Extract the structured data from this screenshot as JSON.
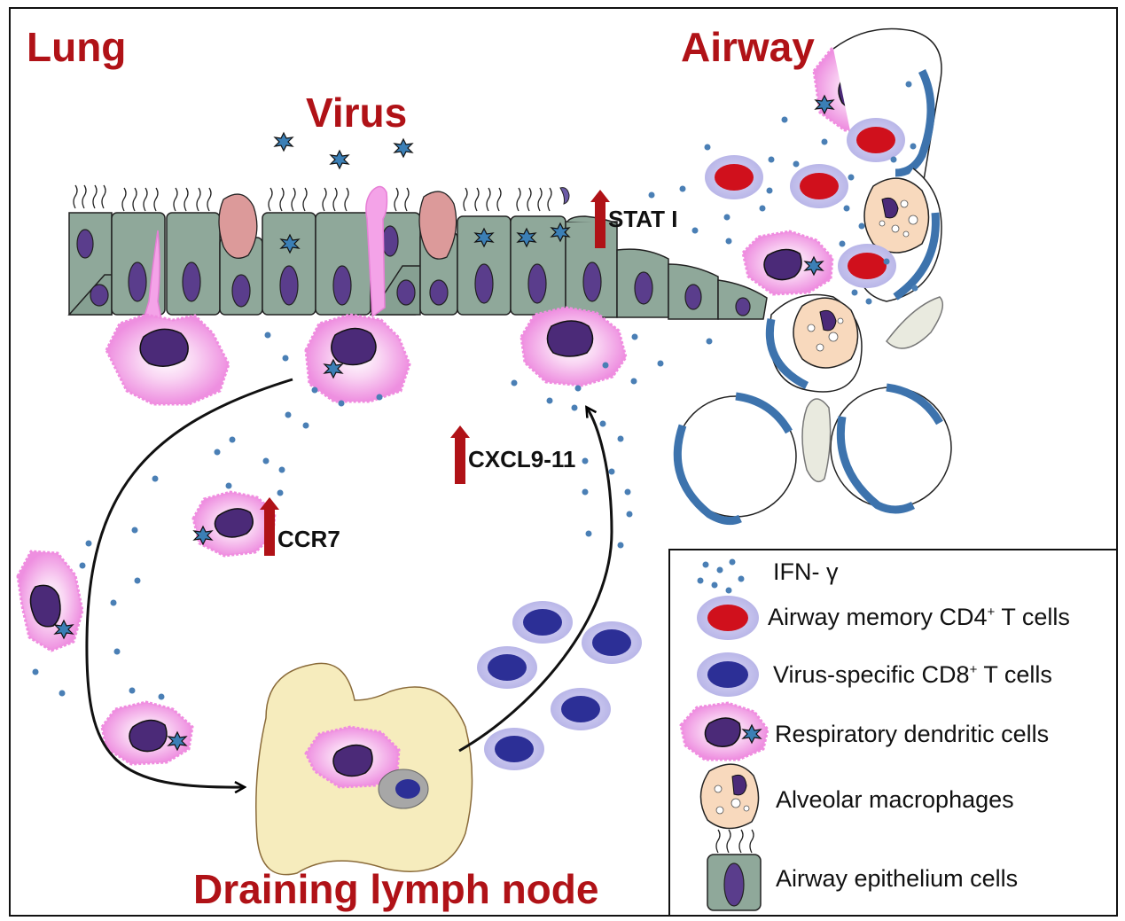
{
  "titles": {
    "lung": "Lung",
    "airway": "Airway",
    "virus": "Virus",
    "lymph_node": "Draining lymph node"
  },
  "markers": {
    "stat": "STAT I",
    "cxcl": "CXCL9-11",
    "ccr7": "CCR7"
  },
  "legend": {
    "ifn": "IFN- γ",
    "cd4_prefix": "Airway memory CD4",
    "cd4_sup": "+",
    "cd4_suffix": " T cells",
    "cd8_prefix": "Virus-specific CD8",
    "cd8_sup": "+",
    "cd8_suffix": " T cells",
    "dendritic": "Respiratory dendritic cells",
    "macrophage": "Alveolar macrophages",
    "epithelium": "Airway epithelium cells"
  },
  "colors": {
    "title_red": "#b01217",
    "arrow_red": "#b01217",
    "epithelium_fill": "#8fa89a",
    "nucleus": "#4b2a78",
    "dendritic_pink": "#f4a3e8",
    "cd4_red": "#d0101c",
    "cd8_blue": "#2c2f96",
    "halo": "#c8c6ee",
    "ifn_dot": "#4a7fb5",
    "airway_blue": "#3d73ad",
    "lymph_fill": "#f6ecbd"
  }
}
